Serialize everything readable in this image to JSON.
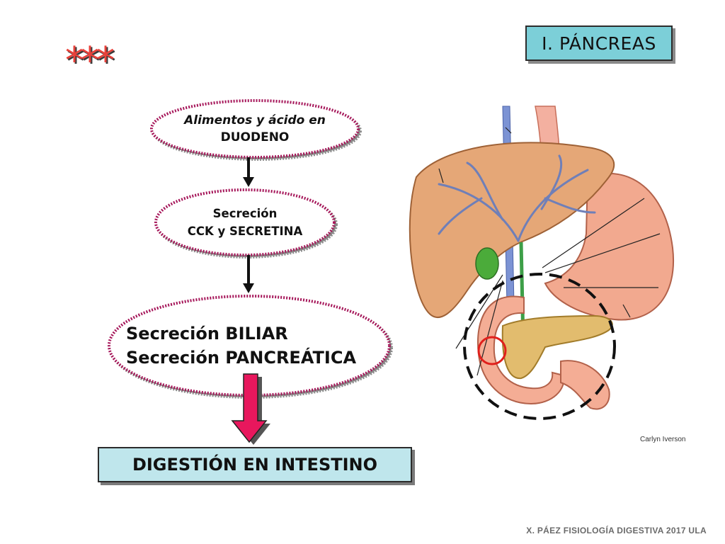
{
  "title": "I. PÁNCREAS",
  "stars": "***",
  "flow": {
    "step1_line1": "Alimentos y ácido en",
    "step1_line2": "DUODENO",
    "step2_line1": "Secreción",
    "step2_line2": "CCK y SECRETINA",
    "step3_line1": "Secreción BILIAR",
    "step3_line2": "Secreción PANCREÁTICA",
    "result": "DIGESTIÓN EN INTESTINO"
  },
  "illustration": {
    "credit": "Carlyn Iverson"
  },
  "footer": "X. PÁEZ   FISIOLOGÍA DIGESTIVA 2017  ULA",
  "colors": {
    "title_bg": "#7ccfd8",
    "ellipse_border": "#a6195a",
    "arrow_pink": "#e8175d",
    "result_bg": "#bfe6ec",
    "stars": "#e8413a",
    "highlight_circle": "#e0201c"
  }
}
